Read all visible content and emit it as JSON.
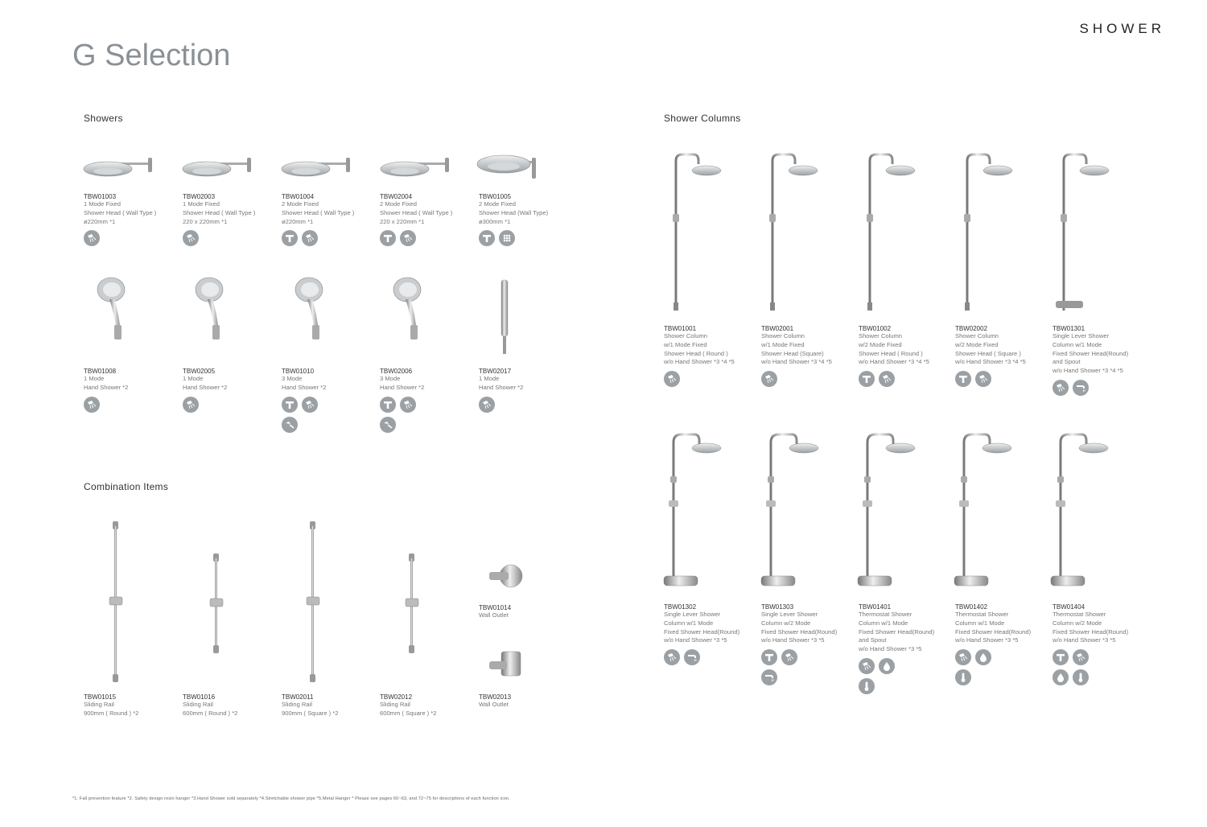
{
  "header": {
    "brand": "SHOWER",
    "title": "G Selection"
  },
  "sections": {
    "showers": "Showers",
    "combination": "Combination  Items",
    "columns": "Shower  Columns"
  },
  "showers": [
    {
      "code": "TBW01003",
      "desc": "1 Mode Fixed\nShower Head ( Wall Type )\nø220mm *1",
      "icons": [
        "spray"
      ]
    },
    {
      "code": "TBW02003",
      "desc": "1 Mode Fixed\nShower Head ( Wall Type )\n220 x 220mm *1",
      "icons": [
        "spray"
      ]
    },
    {
      "code": "TBW01004",
      "desc": "2 Mode Fixed\nShower Head ( Wall Type )\nø220mm *1",
      "icons": [
        "tee",
        "spray"
      ]
    },
    {
      "code": "TBW02004",
      "desc": "2 Mode Fixed\nShower Head ( Wall Type )\n220 x 220mm *1",
      "icons": [
        "tee",
        "spray"
      ]
    },
    {
      "code": "TBW01005",
      "desc": "2 Mode Fixed\nShower Head (Wall Type)\nø300mm *1",
      "icons": [
        "tee",
        "grid"
      ]
    },
    {
      "code": "TBW01008",
      "desc": "1 Mode\nHand Shower *2",
      "icons": [
        "spray"
      ]
    },
    {
      "code": "TBW02005",
      "desc": "1 Mode\nHand Shower *2",
      "icons": [
        "spray"
      ]
    },
    {
      "code": "TBW01010",
      "desc": "3 Mode\nHand Shower *2",
      "icons": [
        "tee",
        "spray",
        "jet"
      ]
    },
    {
      "code": "TBW02006",
      "desc": "3 Mode\nHand Shower *2",
      "icons": [
        "tee",
        "spray",
        "jet"
      ]
    },
    {
      "code": "TBW02017",
      "desc": "1 Mode\nHand Shower *2",
      "icons": [
        "spray"
      ]
    }
  ],
  "combination": [
    {
      "code": "TBW01015",
      "desc": "Sliding Rail\n900mm ( Round ) *2"
    },
    {
      "code": "TBW01016",
      "desc": "Sliding Rail\n600mm ( Round ) *2"
    },
    {
      "code": "TBW02011",
      "desc": "Sliding Rail\n900mm ( Square ) *2"
    },
    {
      "code": "TBW02012",
      "desc": "Sliding Rail\n600mm ( Square ) *2"
    },
    {
      "code": "TBW01014",
      "desc": "Wall Outlet"
    },
    {
      "code": "TBW02013",
      "desc": "Wall Outlet"
    }
  ],
  "columns": [
    {
      "code": "TBW01001",
      "desc": "Shower Column\nw/1 Mode Fixed\nShower Head ( Round )\nw/o Hand Shower *3 *4 *5",
      "icons": [
        "spray"
      ]
    },
    {
      "code": "TBW02001",
      "desc": "Shower Column\nw/1 Mode Fixed\nShower Head (Square)\nw/o Hand Shower *3 *4 *5",
      "icons": [
        "spray"
      ]
    },
    {
      "code": "TBW01002",
      "desc": "Shower Column\nw/2 Mode Fixed\nShower Head ( Round )\nw/o Hand Shower *3 *4 *5",
      "icons": [
        "tee",
        "spray"
      ]
    },
    {
      "code": "TBW02002",
      "desc": "Shower Column\nw/2 Mode Fixed\nShower Head ( Square )\nw/o Hand Shower *3 *4 *5",
      "icons": [
        "tee",
        "spray"
      ]
    },
    {
      "code": "TBW01301",
      "desc": "Single Lever Shower\nColumn w/1 Mode\nFixed Shower Head(Round)\nand Spout\nw/o Hand Shower *3 *4 *5",
      "icons": [
        "spray",
        "spout"
      ]
    },
    {
      "code": "TBW01302",
      "desc": "Single Lever Shower\nColumn w/1 Mode\nFixed Shower Head(Round)\nw/o Hand Shower *3 *5",
      "icons": [
        "spray",
        "spout"
      ]
    },
    {
      "code": "TBW01303",
      "desc": "Single Lever Shower\nColumn w/2 Mode\nFixed Shower Head(Round)\nw/o Hand Shower *3 *5",
      "icons": [
        "tee",
        "spray",
        "spout"
      ]
    },
    {
      "code": "TBW01401",
      "desc": "Thermostat Shower\nColumn w/1 Mode\nFixed Shower Head(Round)\nand Spout\nw/o Hand Shower *3 *5",
      "icons": [
        "spray",
        "drop",
        "thermo"
      ]
    },
    {
      "code": "TBW01402",
      "desc": "Thermostat Shower\nColumn w/1 Mode\nFixed Shower Head(Round)\nw/o Hand Shower *3 *5",
      "icons": [
        "spray",
        "drop",
        "thermo"
      ]
    },
    {
      "code": "TBW01404",
      "desc": "Thermostat Shower\nColumn w/2 Mode\nFixed Shower Head(Round)\nw/o Hand Shower *3 *5",
      "icons": [
        "tee",
        "spray",
        "drop",
        "thermo"
      ]
    }
  ],
  "footnote": "*1. Fall prevention feature *2. Safety design resin hanger *3.Hand Shower sold separately *4.Stretchable shower pipe *5.Metal Hanger   * Please  see  pages  60~63, and  72~75  for  descriptions  of  each  function  icon."
}
